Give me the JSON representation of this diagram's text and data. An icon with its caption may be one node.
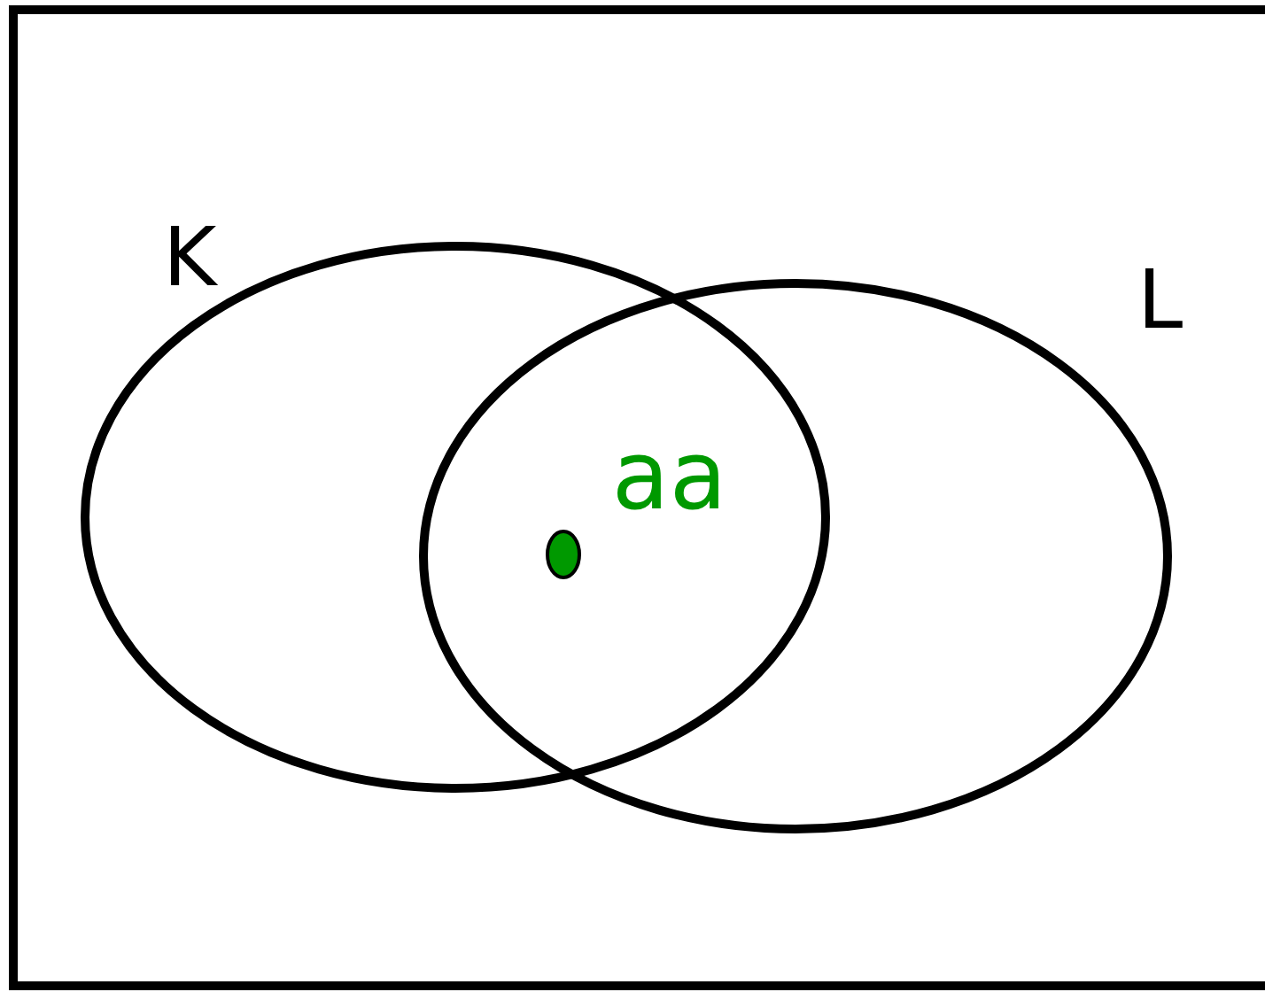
{
  "diagram": {
    "nodes": [
      {
        "text": [],
        "shape": "box"
      },
      {
        "text": [
          "K"
        ],
        "in": 0
      },
      {
        "text": [
          "L"
        ],
        "in": 0
      },
      {
        "text": [],
        "shape": "circle",
        "beside": [
          "aa"
        ]
      }
    ]
  }
}
